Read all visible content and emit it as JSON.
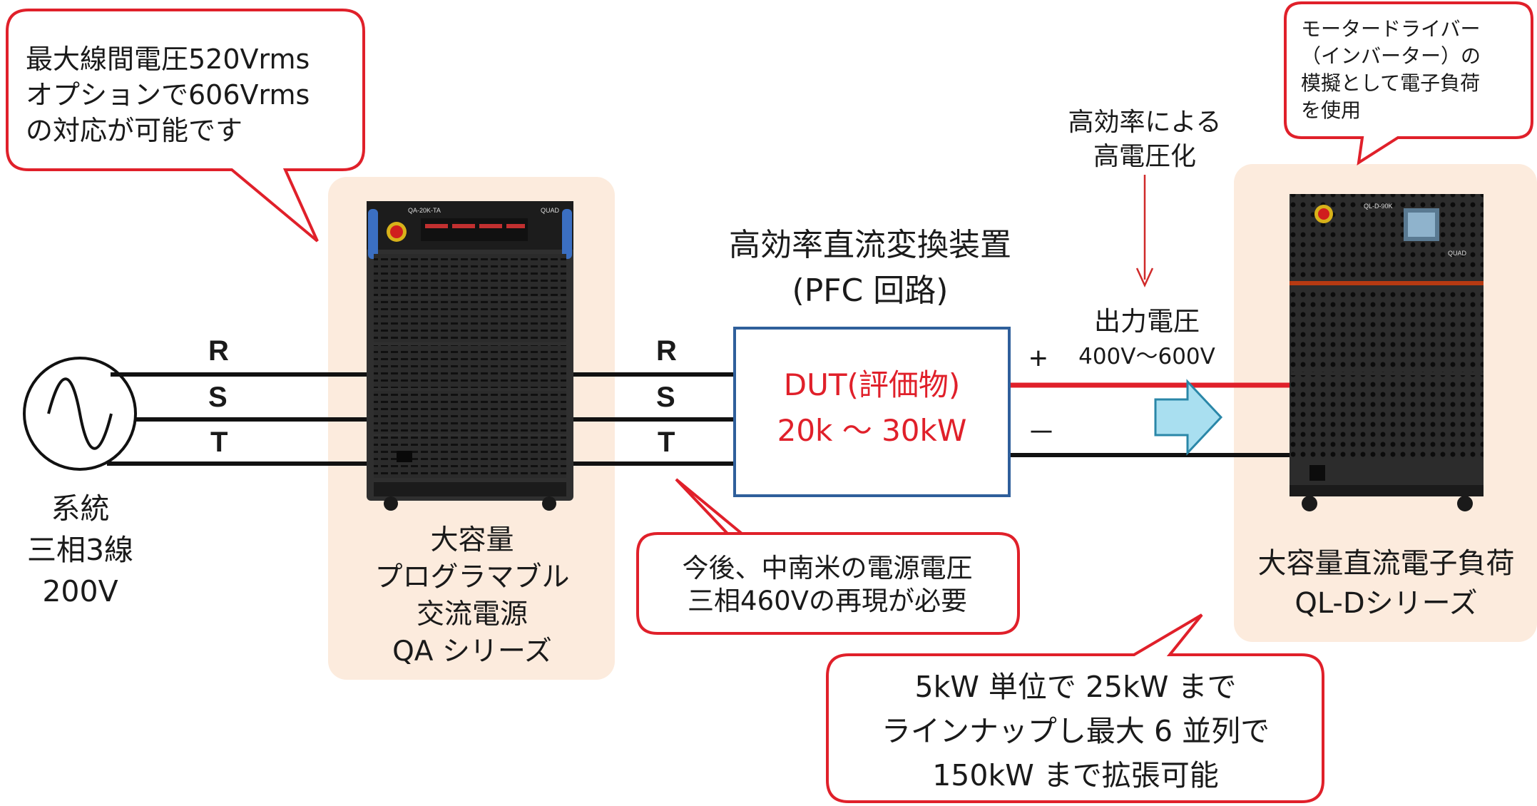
{
  "colors": {
    "callout_border": "#e0202a",
    "panel_bg": "#fcebdd",
    "line": "#111111",
    "positive_line": "#e0202a",
    "dut_border": "#2f5f9b",
    "dut_text": "#e0202a",
    "arrow_fill": "#a9dff0",
    "arrow_stroke": "#2a87a8"
  },
  "callout_voltage": [
    "最大線間電圧520Vrms",
    "オプションで606Vrms",
    "の対応が可能です"
  ],
  "callout_motor": [
    "モータードライバー",
    "（インバーター）の",
    "模擬として電子負荷",
    "を使用"
  ],
  "callout_latam": [
    "今後、中南米の電源電圧",
    "三相460Vの再現が必要"
  ],
  "callout_expand": [
    "5kW 単位で 25kW まで",
    "ラインナップし最大 6 並列で",
    "150kW まで拡張可能"
  ],
  "grid_source": [
    "系統",
    "三相3線",
    "200V"
  ],
  "ac_source": [
    "大容量",
    "プログラマブル",
    "交流電源",
    "QA シリーズ"
  ],
  "dc_load": [
    "大容量直流電子負荷",
    "QL-Dシリーズ"
  ],
  "pfc_title": [
    "高効率直流変換装置",
    "(PFC 回路)"
  ],
  "dut": [
    "DUT(評価物)",
    "20k ～ 30kW"
  ],
  "efficiency_note": [
    "高効率による",
    "高電圧化"
  ],
  "output_voltage": [
    "出力電圧",
    "400V～600V"
  ],
  "phases_left": [
    "R",
    "S",
    "T"
  ],
  "phases_right": [
    "R",
    "S",
    "T"
  ],
  "dc_terminals": {
    "plus": "+",
    "minus": "－"
  },
  "qa_model_tag": "QA-20K-TA",
  "ql_model_tag": "QL-D-90K",
  "brand_logo": "QUAD"
}
